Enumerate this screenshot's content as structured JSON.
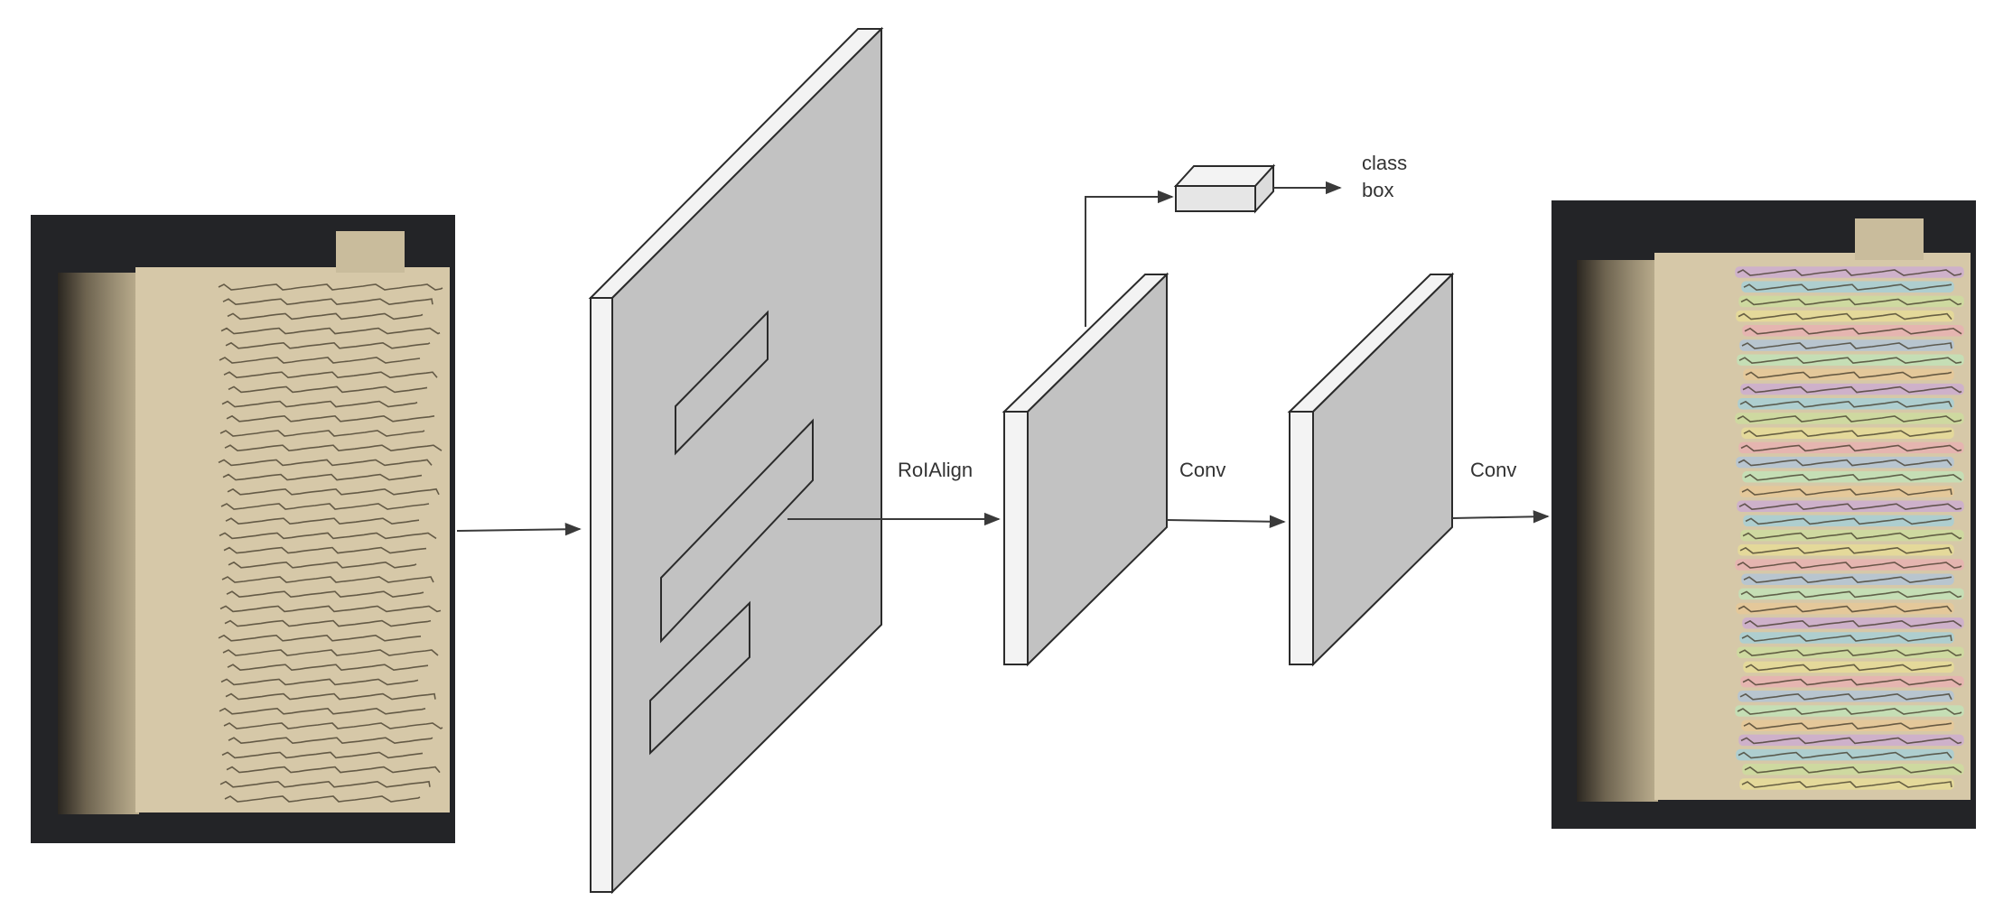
{
  "labels": {
    "roialign": "RoIAlign",
    "conv_1": "Conv",
    "conv_2": "Conv",
    "class_text": "class",
    "box_text": "box"
  },
  "colors": {
    "page_background": "#ffffff",
    "layer_face": "#c2c2c2",
    "layer_side": "#f3f3f3",
    "layer_edge": "#2b2b2b",
    "arrow": "#3a3a3a",
    "scan_background": "#232427",
    "parchment": "#d6c8a8",
    "ink": "#3e3526",
    "highlight_colors": [
      "#c9a0e6",
      "#8fd4f0",
      "#c8e89a",
      "#f0e890",
      "#f2a6b8",
      "#a0c4f0",
      "#b8f0c0",
      "#f0c890"
    ]
  },
  "icons": {
    "input_image": "manuscript-page-scan",
    "output_image": "manuscript-page-scan-with-line-masks"
  }
}
